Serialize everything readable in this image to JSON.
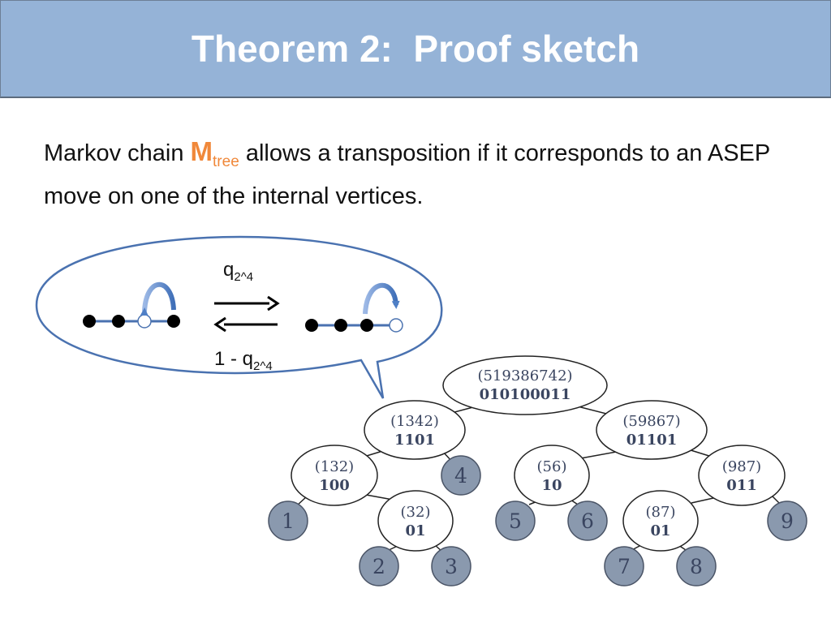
{
  "header": {
    "title": "Theorem 2:  Proof sketch"
  },
  "statement": {
    "before": "Markov chain ",
    "m_symbol": "M",
    "m_subscript": "tree",
    "after": " allows a transposition if it corresponds to an ASEP move on one of the internal vertices."
  },
  "bubble": {
    "forward_rate": {
      "base": "q",
      "sub": "2^4"
    },
    "backward_rate": {
      "base": "1 - q",
      "sub": "2^4"
    }
  },
  "tree": {
    "internal_nodes": [
      {
        "id": "root",
        "perm": "(519386742)",
        "bits": "010100011"
      },
      {
        "id": "n1342",
        "perm": "(1342)",
        "bits": "1101"
      },
      {
        "id": "n59867",
        "perm": "(59867)",
        "bits": "01101"
      },
      {
        "id": "n132",
        "perm": "(132)",
        "bits": "100"
      },
      {
        "id": "n56",
        "perm": "(56)",
        "bits": "10"
      },
      {
        "id": "n987",
        "perm": "(987)",
        "bits": "011"
      },
      {
        "id": "n32",
        "perm": "(32)",
        "bits": "01"
      },
      {
        "id": "n87",
        "perm": "(87)",
        "bits": "01"
      }
    ],
    "leaves": [
      "1",
      "2",
      "3",
      "4",
      "5",
      "6",
      "7",
      "8",
      "9"
    ]
  }
}
